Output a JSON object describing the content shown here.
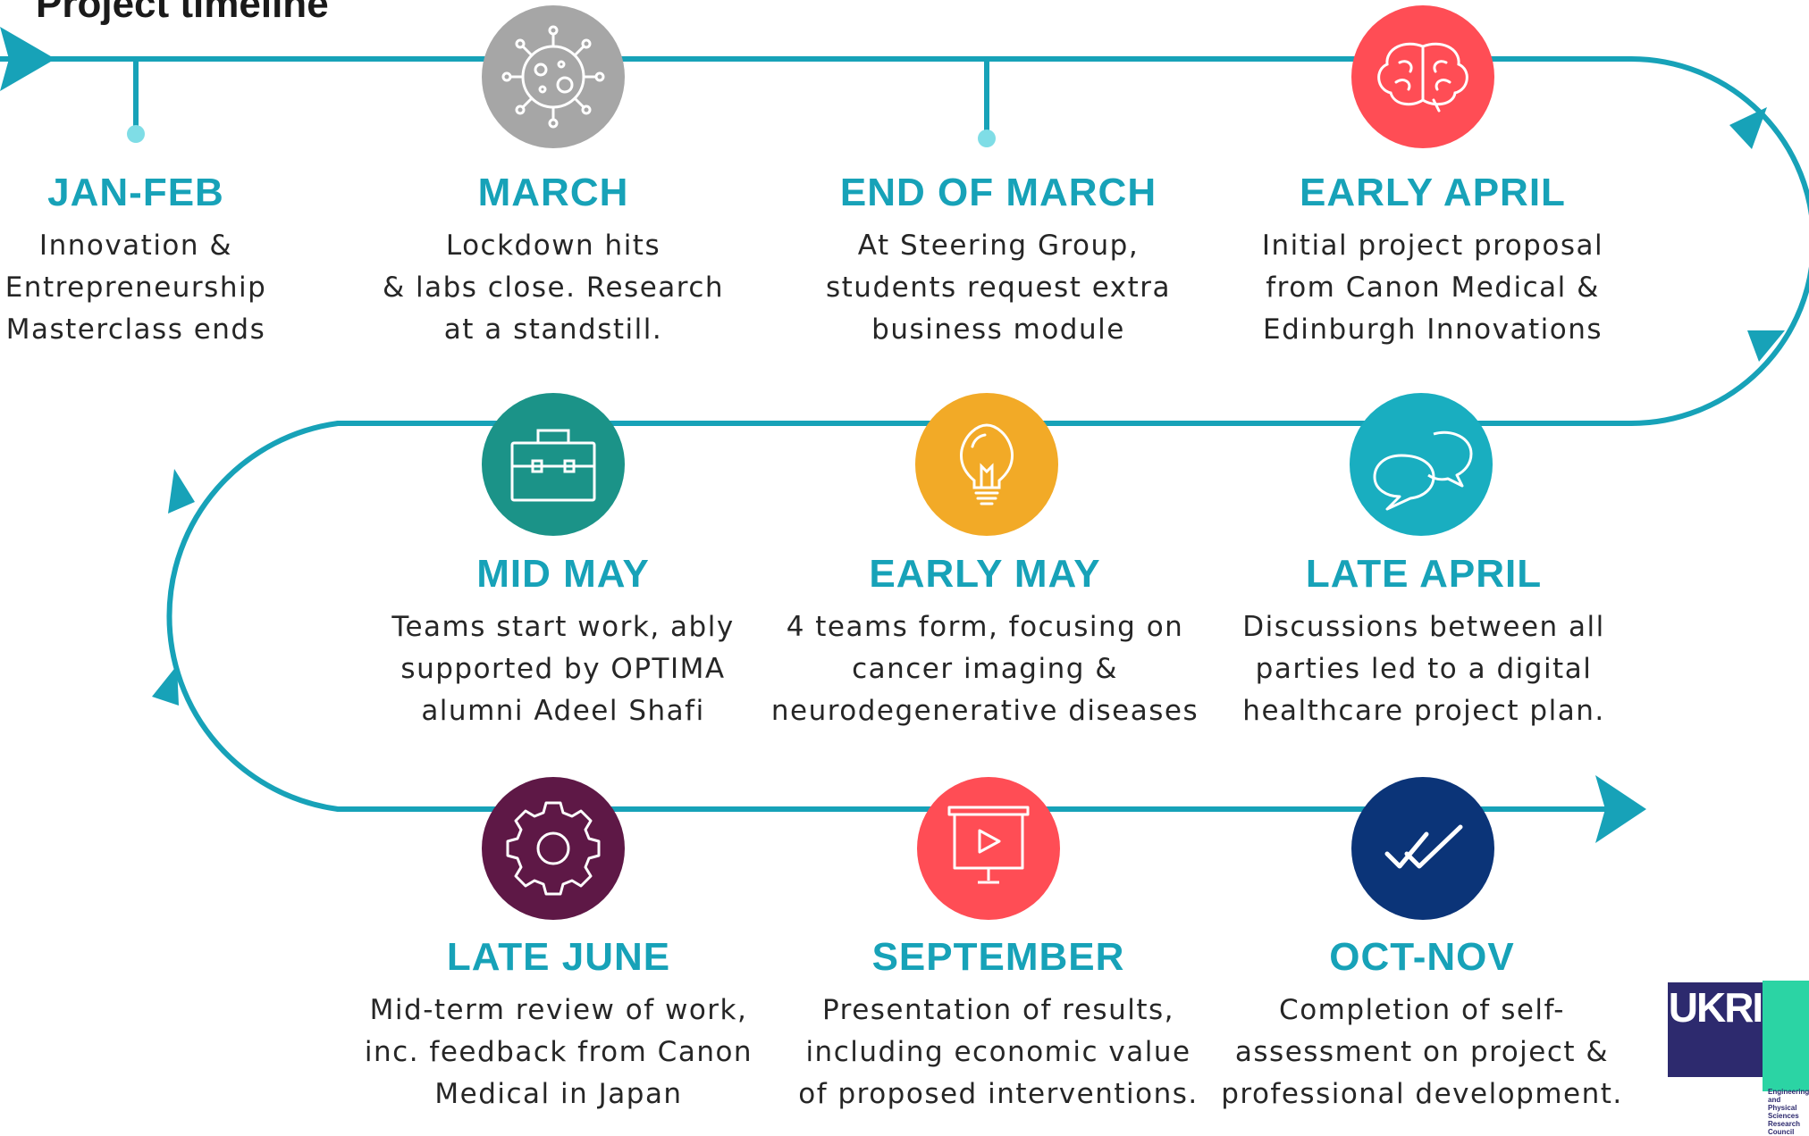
{
  "title": "Project timeline",
  "colors": {
    "line": "#17a2b8",
    "dot": "#7fdde6",
    "heading": "#17a2b8",
    "icon_grey": "#a6a6a6",
    "icon_red": "#ff4d55",
    "icon_teal": "#1b9388",
    "icon_amber": "#f2aa27",
    "icon_cyan": "#19aec0",
    "icon_plum": "#5e1846",
    "icon_navy": "#0b3478"
  },
  "milestones": [
    {
      "label": "JAN-FEB",
      "lines": [
        "Innovation &",
        "Entrepreneurship",
        "Masterclass ends"
      ]
    },
    {
      "label": "MARCH",
      "icon": "virus-icon",
      "lines": [
        "Lockdown hits",
        "& labs close. Research",
        "at a standstill."
      ]
    },
    {
      "label": "END OF MARCH",
      "lines": [
        "At Steering Group,",
        "students request extra",
        "business module"
      ]
    },
    {
      "label": "EARLY APRIL",
      "icon": "brain-icon",
      "lines": [
        "Initial project proposal",
        "from Canon Medical &",
        "Edinburgh Innovations"
      ]
    },
    {
      "label": "LATE APRIL",
      "icon": "chat-bubbles-icon",
      "lines": [
        "Discussions between all",
        "parties led to a digital",
        "healthcare project plan."
      ]
    },
    {
      "label": "EARLY MAY",
      "icon": "lightbulb-icon",
      "lines": [
        "4 teams form, focusing on",
        "cancer imaging &",
        "neurodegenerative diseases"
      ]
    },
    {
      "label": "MID MAY",
      "icon": "briefcase-icon",
      "lines": [
        "Teams start work, ably",
        "supported by OPTIMA",
        "alumni Adeel Shafi"
      ]
    },
    {
      "label": "LATE JUNE",
      "icon": "gear-icon",
      "lines": [
        "Mid-term review of work,",
        "inc. feedback from Canon",
        "Medical in Japan"
      ]
    },
    {
      "label": "SEPTEMBER",
      "icon": "presentation-icon",
      "lines": [
        "Presentation of results,",
        "including economic value",
        "of proposed interventions."
      ]
    },
    {
      "label": "OCT-NOV",
      "icon": "double-check-icon",
      "lines": [
        "Completion of self-",
        "assessment on project &",
        "professional development."
      ]
    }
  ],
  "logo": {
    "mark": "UKRI",
    "lines": [
      "Engineering and",
      "Physical Sciences",
      "Research Council"
    ]
  }
}
